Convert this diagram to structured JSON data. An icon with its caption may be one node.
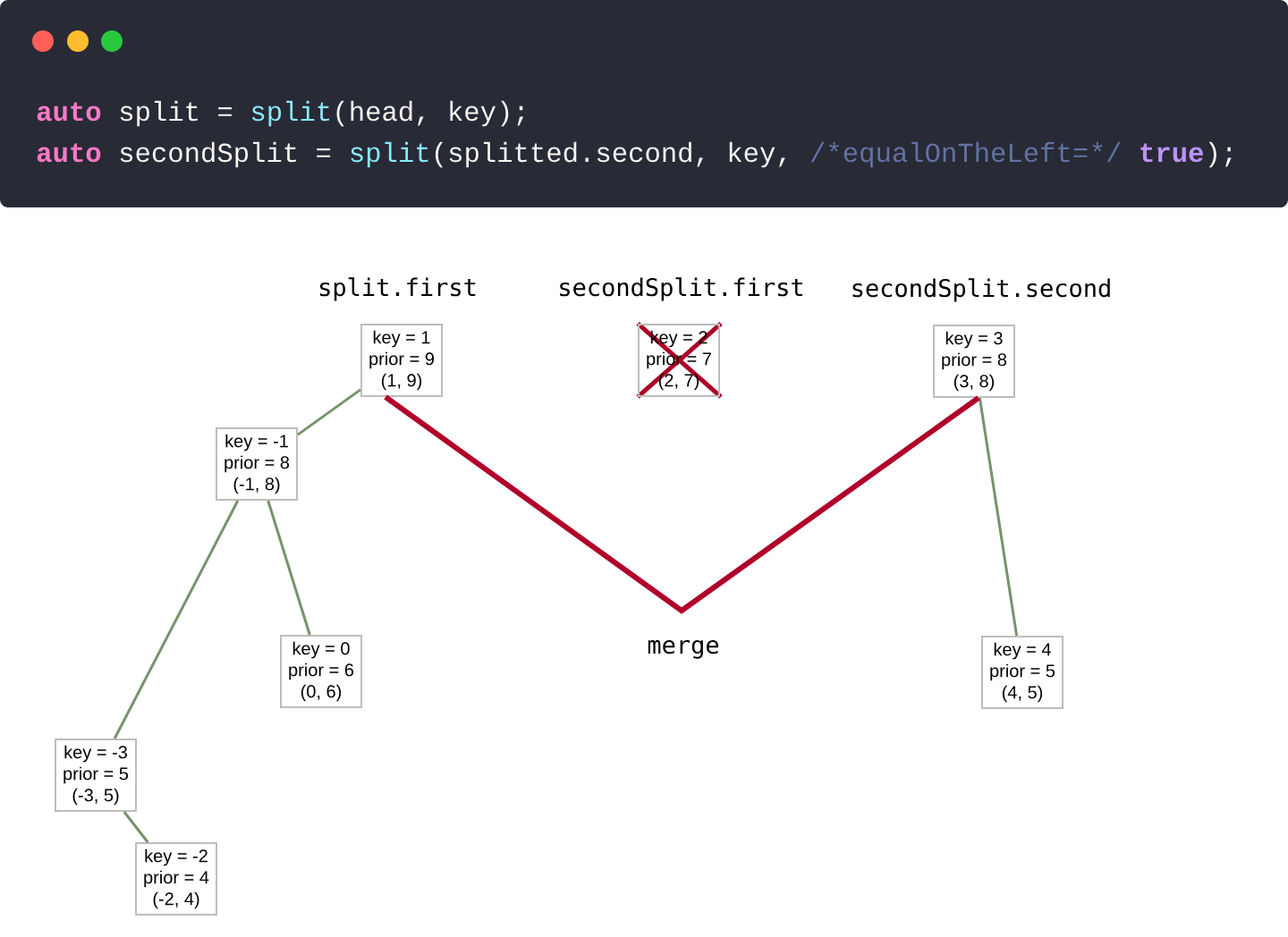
{
  "diagram": {
    "nodes": [
      {
        "text": [
          "key = 1",
          "prior = 9",
          "(1, 9)"
        ],
        "beside": [
          "split.first"
        ]
      },
      {
        "text": [
          "key = 2",
          "prior = 7",
          "(2, 7)"
        ],
        "beside": [
          "secondSplit.first"
        ]
      },
      {
        "text": [
          "key = 3",
          "prior = 8",
          "(3, 8)"
        ],
        "beside": [
          "secondSplit.second"
        ]
      },
      {
        "text": [
          "key = -1",
          "prior = 8",
          "(-1, 8)"
        ]
      },
      {
        "text": [
          "key = 0",
          "prior = 6",
          "(0, 6)"
        ]
      },
      {
        "text": [
          "key = 4",
          "prior = 5",
          "(4, 5)"
        ]
      },
      {
        "text": [
          "key = -3",
          "prior = 5",
          "(-3, 5)"
        ]
      },
      {
        "text": [
          "key = -2",
          "prior = 4",
          "(-2, 4)"
        ]
      }
    ],
    "edges": [
      {
        "from": 0,
        "to": 3,
        "arrow": "none"
      },
      {
        "from": 3,
        "to": 6,
        "arrow": "none"
      },
      {
        "from": 3,
        "to": 4,
        "arrow": "none"
      },
      {
        "from": 6,
        "to": 7,
        "arrow": "none"
      },
      {
        "from": 2,
        "to": 5,
        "arrow": "none"
      },
      {
        "from": 0,
        "to": 2,
        "arrow": "none",
        "style": "thick",
        "color": "#b0002a",
        "label": "merge"
      }
    ],
    "labels": [
      "auto",
      "split =",
      "split",
      "(head, key);",
      "auto",
      "secondSplit =",
      "split",
      "(splitted.second, key,",
      "/*",
      "equalOnTheLeft=",
      "*/",
      "true",
      ");"
    ]
  }
}
